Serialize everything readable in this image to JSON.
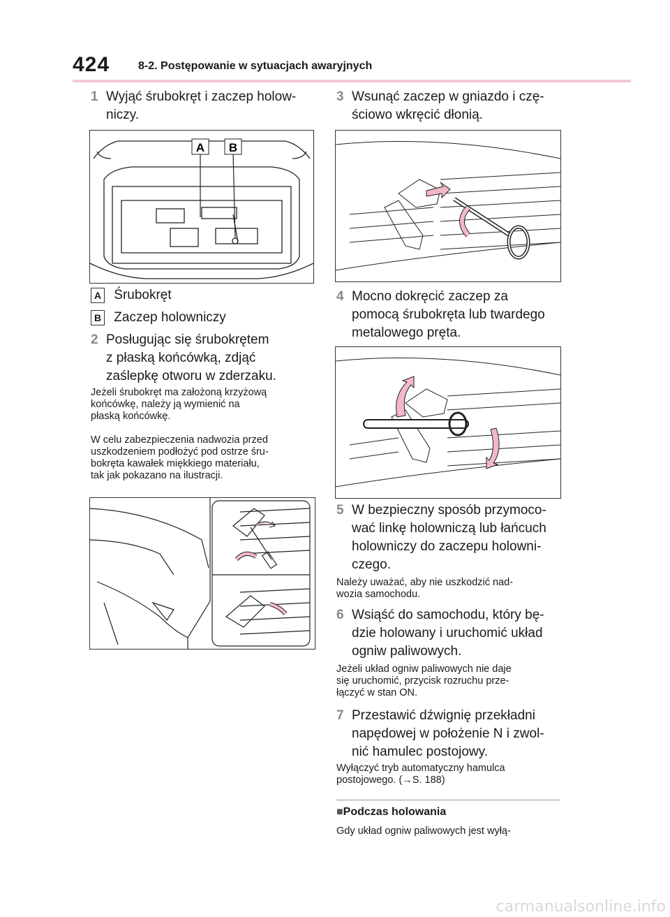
{
  "header": {
    "page_number": "424",
    "section_title": "8-2. Postępowanie w sytuacjach awaryjnych"
  },
  "left": {
    "step1": {
      "num": "1",
      "text": "Wyjąć śrubokręt i zaczep holow-niczy.",
      "line1": "Wyjąć śrubokręt i zaczep holow-",
      "line2": "niczy."
    },
    "figure1_labels": {
      "a": "A",
      "b": "B"
    },
    "legend": [
      {
        "key": "A",
        "text": "Śrubokręt"
      },
      {
        "key": "B",
        "text": "Zaczep holowniczy"
      }
    ],
    "step2": {
      "num": "2",
      "line1": "Posługując się śrubokrętem",
      "line2": "z płaską końcówką, zdjąć",
      "line3": "zaślepkę otworu w zderzaku."
    },
    "note1": {
      "line1": "Jeżeli śrubokręt ma założoną krzyżową",
      "line2": "końcówkę, należy ją wymienić na",
      "line3": "płaską końcówkę."
    },
    "note2": {
      "line1": "W celu zabezpieczenia nadwozia przed",
      "line2": "uszkodzeniem podłożyć pod ostrze śru-",
      "line3": "bokręta kawałek miękkiego materiału,",
      "line4": "tak jak pokazano na ilustracji."
    }
  },
  "right": {
    "step3": {
      "num": "3",
      "line1": "Wsunąć zaczep w gniazdo i czę-",
      "line2": "ściowo wkręcić dłonią."
    },
    "step4": {
      "num": "4",
      "line1": "Mocno dokręcić zaczep za",
      "line2": "pomocą śrubokręta lub twardego",
      "line3": "metalowego pręta."
    },
    "step5": {
      "num": "5",
      "line1": "W bezpieczny sposób przymoco-",
      "line2": "wać linkę holowniczą lub łańcuch",
      "line3": "holowniczy do zaczepu holowni-",
      "line4": "czego."
    },
    "note5": {
      "line1": "Należy uważać, aby nie uszkodzić nad-",
      "line2": "wozia samochodu."
    },
    "step6": {
      "num": "6",
      "line1": "Wsiąść do samochodu, który bę-",
      "line2": "dzie holowany i uruchomić układ",
      "line3": "ogniw paliwowych."
    },
    "note6": {
      "line1": "Jeżeli układ ogniw paliwowych nie daje",
      "line2": "się uruchomić, przycisk rozruchu prze-",
      "line3": "łączyć w stan ON."
    },
    "step7": {
      "num": "7",
      "line1": "Przestawić dźwignię przekładni",
      "line2": "napędowej w położenie N i zwol-",
      "line3": "nić hamulec postojowy."
    },
    "note7": {
      "line1": "Wyłączyć tryb automatyczny hamulca",
      "line2": "postojowego. (→S. 188)"
    },
    "section": {
      "marker": "■",
      "title": "Podczas holowania",
      "text": "Gdy układ ogniw paliwowych jest wyłą-"
    }
  },
  "watermark": "carmanualsonline.info"
}
